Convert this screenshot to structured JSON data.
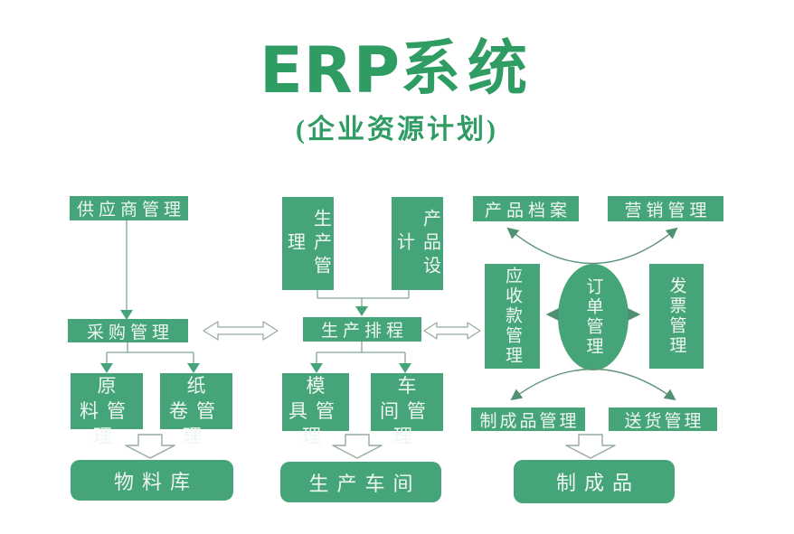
{
  "title": {
    "latin": "ERP",
    "cjk": "系统"
  },
  "subtitle": "(企业资源计划)",
  "colors": {
    "box_green": "#46a578",
    "title_green": "#2f9c63",
    "connector_line": "#80a793",
    "arrowhead_green": "#46a578",
    "curve_arrow_green": "#5f9377",
    "hollow_arrow_outline": "#97ab9f",
    "box_text": "#eef7f2"
  },
  "nodes": {
    "supplier": "供应商管理",
    "procurement": "采购管理",
    "raw_material": "原料管理",
    "paper_roll": "纸卷管理",
    "material_warehouse": "物料库",
    "production_management": "生产管理",
    "product_design": "产品设计",
    "production_scheduling": "生产排程",
    "mold_management": "模具管理",
    "workshop_management": "车间管理",
    "production_workshop": "生产车间",
    "product_archive": "产品档案",
    "marketing_management": "营销管理",
    "receivables_management": "应收款管理",
    "order_management": "订单管理",
    "invoice_management": "发票管理",
    "finished_goods_management": "制成品管理",
    "delivery_management": "送货管理",
    "finished_goods": "制成品"
  }
}
